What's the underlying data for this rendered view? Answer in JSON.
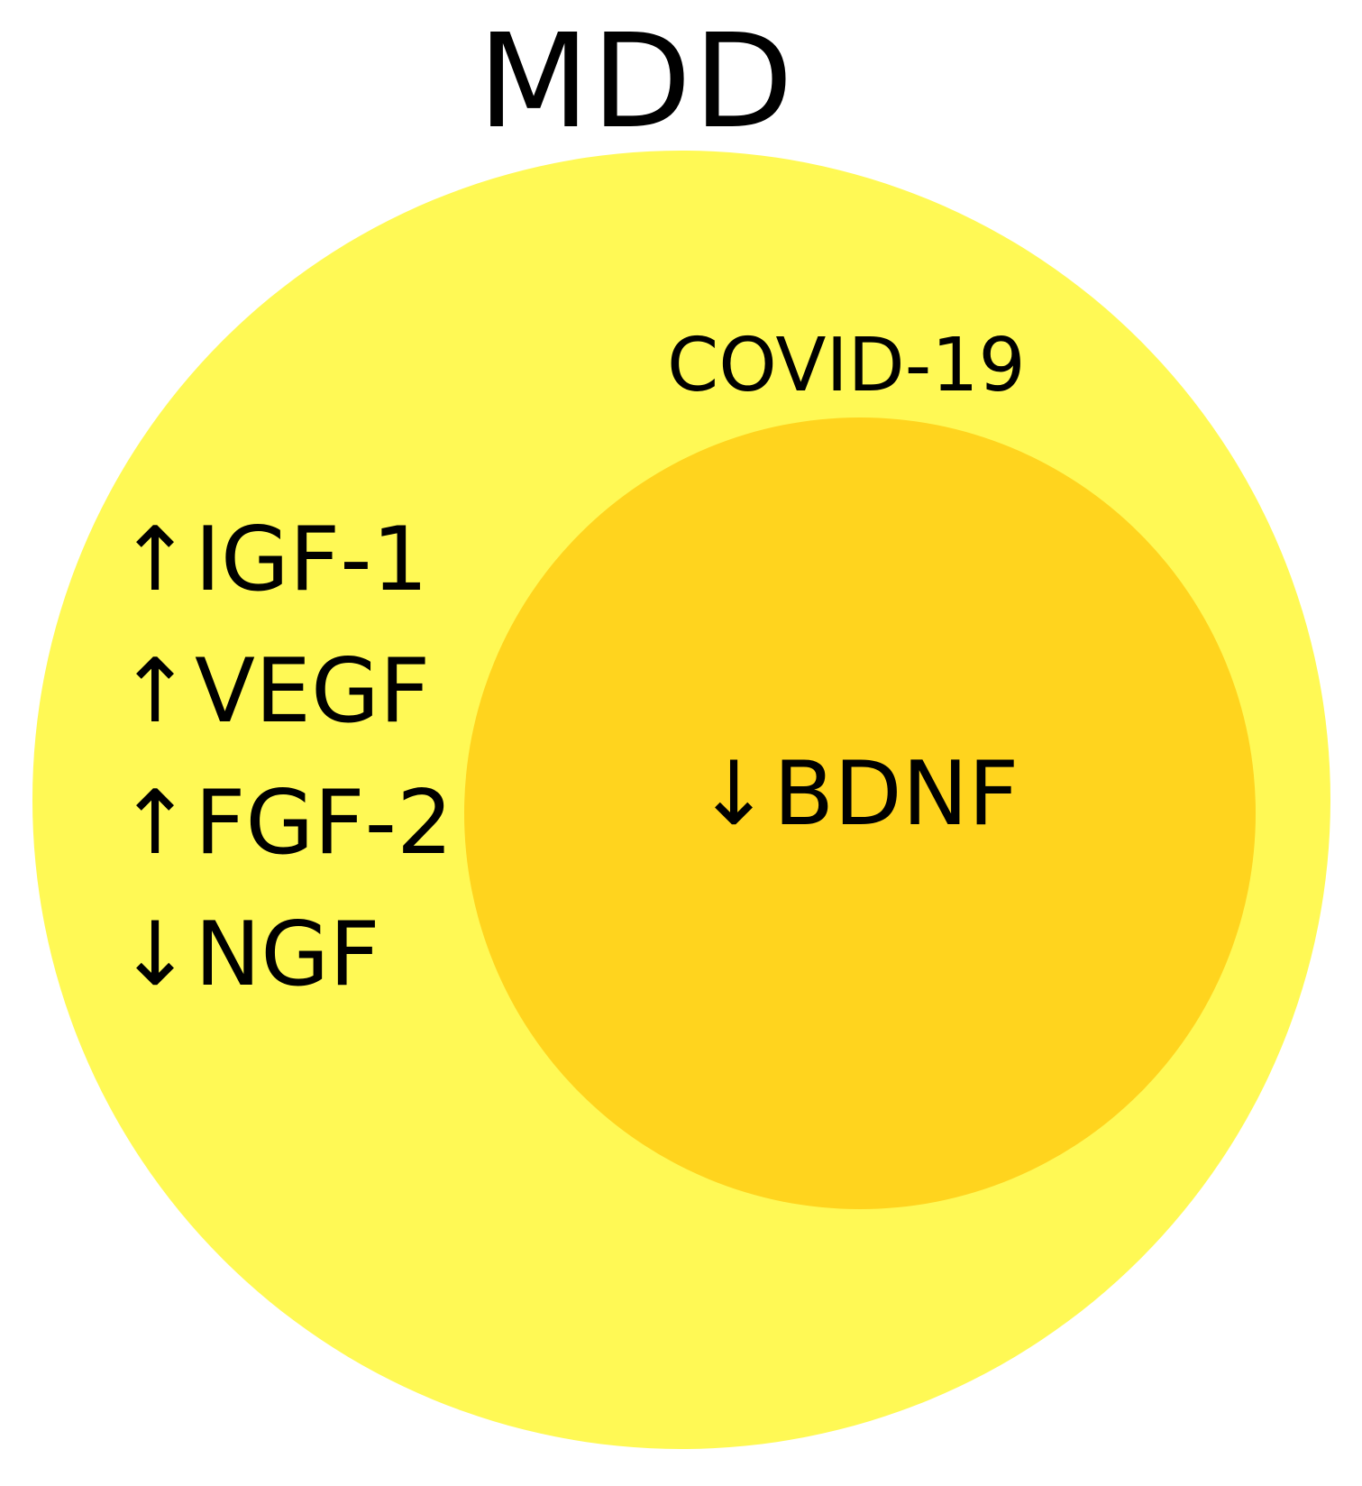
{
  "diagram": {
    "title": "MDD",
    "subset_label": "COVID-19",
    "colors": {
      "outer_fill": "#FFF955",
      "inner_fill": "#FFD41E",
      "text": "#000000"
    },
    "outer_markers": [
      {
        "arrow": "↑",
        "name": "IGF-1",
        "direction": "up"
      },
      {
        "arrow": "↑",
        "name": "VEGF",
        "direction": "up"
      },
      {
        "arrow": "↑",
        "name": "FGF-2",
        "direction": "up"
      },
      {
        "arrow": "↓",
        "name": "NGF",
        "direction": "down"
      }
    ],
    "shared_marker": {
      "arrow": "↓",
      "name": "BDNF",
      "direction": "down"
    }
  }
}
